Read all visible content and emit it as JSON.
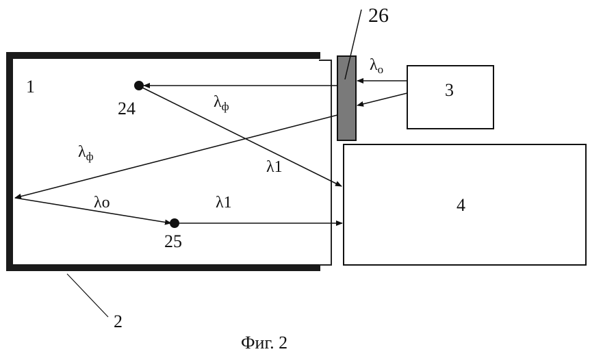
{
  "figure": {
    "caption": "Фиг. 2",
    "labels": {
      "chamber": "1",
      "wall": "2",
      "source": "3",
      "receiver": "4",
      "point_24": "24",
      "point_25": "25",
      "filter": "26"
    },
    "beams": {
      "lambda_o_top": "λ",
      "lambda_o_top_sub": "o",
      "lambda_f_upper": "λ",
      "lambda_f_upper_sub": "ф",
      "lambda_f_left": "λ",
      "lambda_f_left_sub": "ф",
      "lambda_1_diag": "λ1",
      "lambda_o_lower": "λo",
      "lambda_1_lower": "λ1"
    }
  }
}
